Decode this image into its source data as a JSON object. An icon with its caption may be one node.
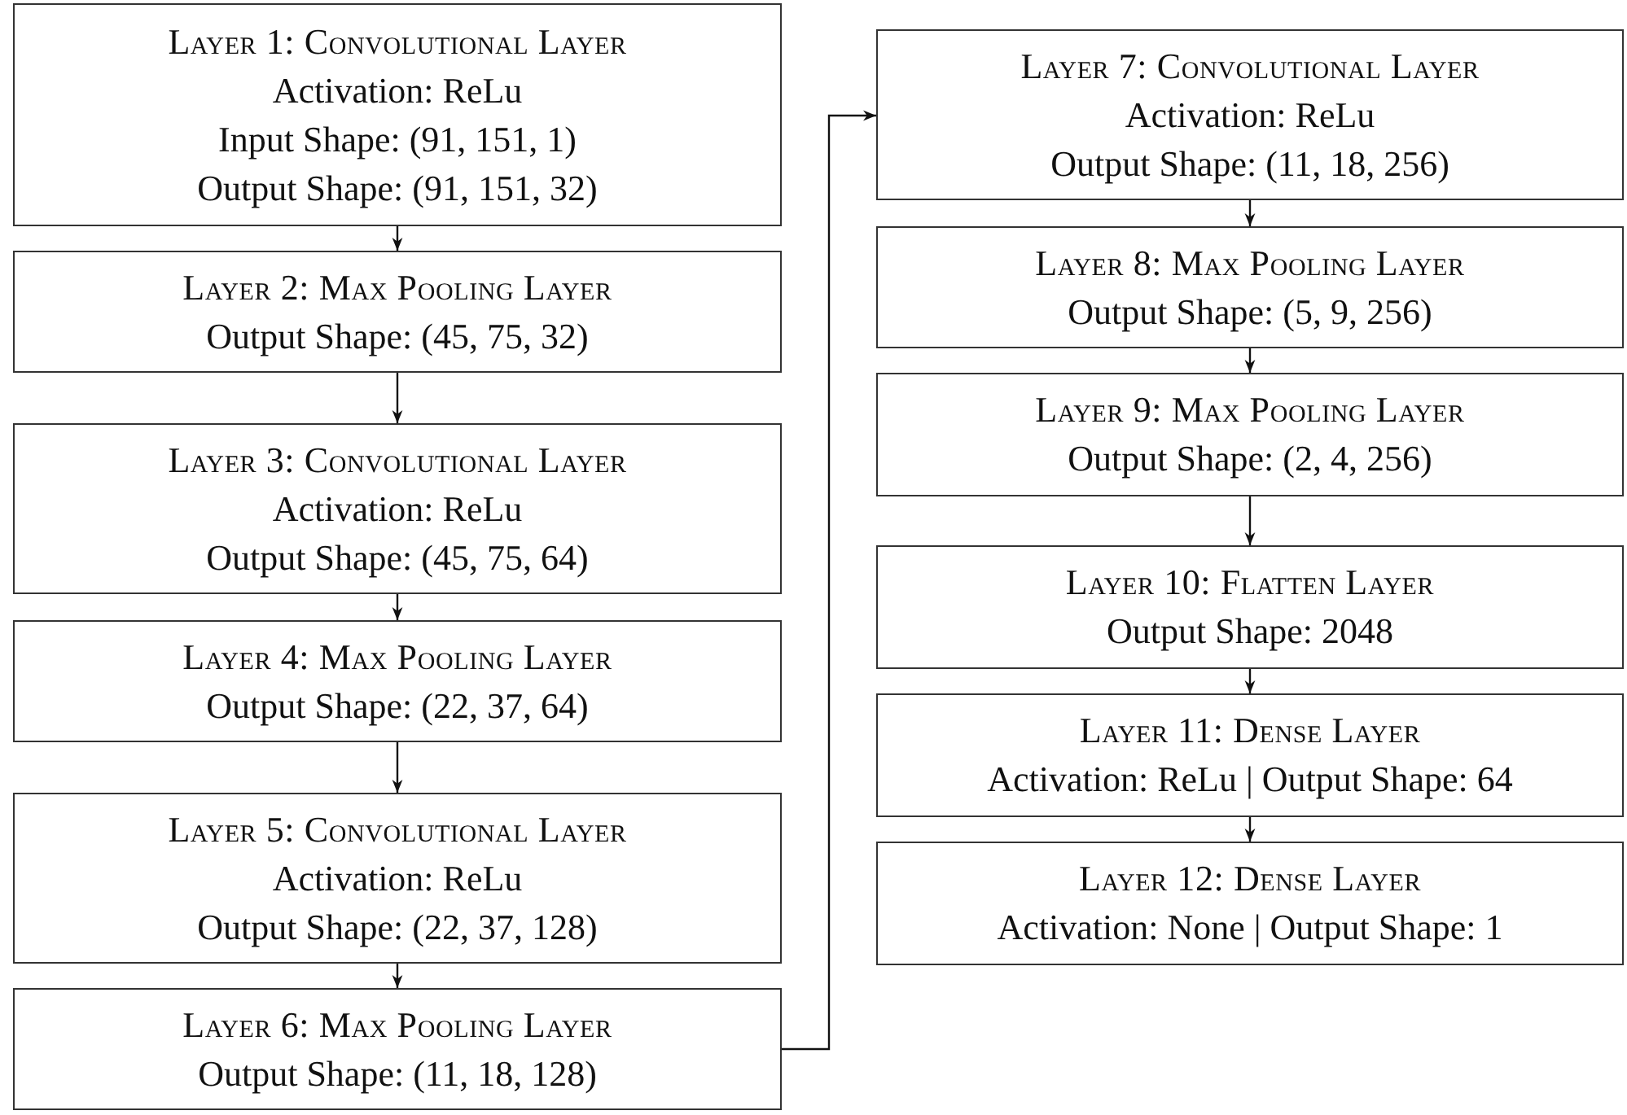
{
  "diagram": {
    "nodes": [
      {
        "text": [
          "Layer 1: Convolutional Layer",
          "Activation: ReLu",
          "Input Shape: (91, 151, 1)",
          "Output Shape: (91, 151, 32)"
        ]
      },
      {
        "text": [
          "Layer 2: Max Pooling Layer",
          "Output Shape: (45, 75, 32)"
        ]
      },
      {
        "text": [
          "Layer 3: Convolutional Layer",
          "Activation: ReLu",
          "Output Shape: (45, 75, 64)"
        ]
      },
      {
        "text": [
          "Layer 4: Max Pooling Layer",
          "Output Shape: (22, 37, 64)"
        ]
      },
      {
        "text": [
          "Layer 5: Convolutional Layer",
          "Activation: ReLu",
          "Output Shape: (22, 37, 128)"
        ]
      },
      {
        "text": [
          "Layer 6: Max Pooling Layer",
          "Output Shape: (11, 18, 128)"
        ]
      },
      {
        "text": [
          "Layer 7: Convolutional Layer",
          "Activation: ReLu",
          "Output Shape: (11, 18, 256)"
        ]
      },
      {
        "text": [
          "Layer 8: Max Pooling Layer",
          "Output Shape: (5, 9, 256)"
        ]
      },
      {
        "text": [
          "Layer 9: Max Pooling Layer",
          "Output Shape: (2, 4, 256)"
        ]
      },
      {
        "text": [
          "Layer 10: Flatten Layer",
          "Output Shape: 2048"
        ]
      },
      {
        "text": [
          "Layer 11: Dense Layer",
          "Activation: ReLu | Output Shape: 64"
        ]
      },
      {
        "text": [
          "Layer 12: Dense Layer",
          "Activation: None | Output Shape: 1"
        ]
      }
    ],
    "edges": [
      {
        "from": 0,
        "to": 1,
        "arrow": "to"
      },
      {
        "from": 1,
        "to": 2,
        "arrow": "to"
      },
      {
        "from": 2,
        "to": 3,
        "arrow": "to"
      },
      {
        "from": 3,
        "to": 4,
        "arrow": "to"
      },
      {
        "from": 4,
        "to": 5,
        "arrow": "to"
      },
      {
        "from": 5,
        "to": 6,
        "arrow": "to"
      },
      {
        "from": 6,
        "to": 7,
        "arrow": "to"
      },
      {
        "from": 7,
        "to": 8,
        "arrow": "to"
      },
      {
        "from": 8,
        "to": 9,
        "arrow": "to"
      },
      {
        "from": 9,
        "to": 10,
        "arrow": "to"
      },
      {
        "from": 10,
        "to": 11,
        "arrow": "to"
      }
    ]
  }
}
